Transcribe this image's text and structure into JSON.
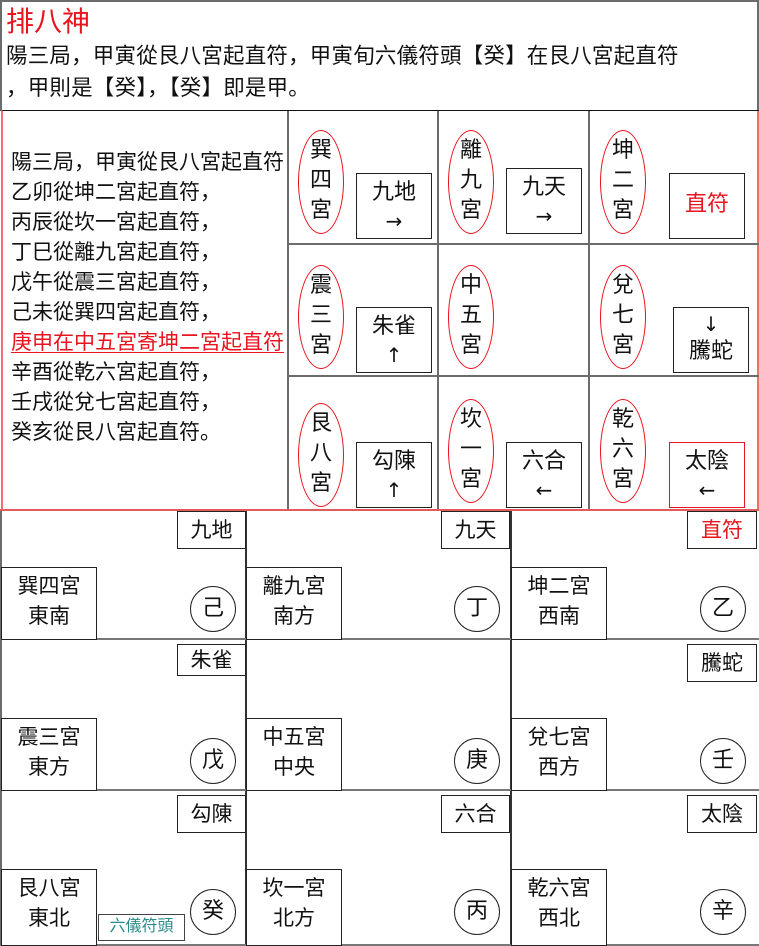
{
  "header": {
    "title": "排八神",
    "line1": "陽三局，甲寅從艮八宮起直符，甲寅旬六儀符頭【癸】在艮八宮起直符",
    "line2": "，甲則是【癸】，【癸】即是甲。"
  },
  "left_panel": {
    "lines": [
      {
        "text": "陽三局，甲寅從艮八宮起直符",
        "highlight": false
      },
      {
        "text": "乙卯從坤二宮起直符，",
        "highlight": false
      },
      {
        "text": "丙辰從坎一宮起直符，",
        "highlight": false
      },
      {
        "text": "丁巳從離九宮起直符，",
        "highlight": false
      },
      {
        "text": "戊午從震三宮起直符，",
        "highlight": false
      },
      {
        "text": "己未從巽四宮起直符，",
        "highlight": false
      },
      {
        "text": "庚申在中五宮寄坤二宮起直符",
        "highlight": true
      },
      {
        "text": "辛酉從乾六宮起直符，",
        "highlight": false
      },
      {
        "text": "壬戌從兌七宮起直符，",
        "highlight": false
      },
      {
        "text": "癸亥從艮八宮起直符。",
        "highlight": false
      }
    ]
  },
  "upper_grid": {
    "cells": [
      {
        "palace": [
          "巽",
          "四",
          "宮"
        ],
        "god": "九地",
        "arrow": "→",
        "arrow_pos": "below",
        "red": false
      },
      {
        "palace": [
          "離",
          "九",
          "宮"
        ],
        "god": "九天",
        "arrow": "→",
        "arrow_pos": "below",
        "red": false
      },
      {
        "palace": [
          "坤",
          "二",
          "宮"
        ],
        "god": "直符",
        "arrow": "",
        "arrow_pos": "none",
        "red": true
      },
      {
        "palace": [
          "震",
          "三",
          "宮"
        ],
        "god": "朱雀",
        "arrow": "↑",
        "arrow_pos": "below",
        "red": false
      },
      {
        "palace": [
          "中",
          "五",
          "宮"
        ],
        "god": "",
        "arrow": "",
        "arrow_pos": "none",
        "red": false
      },
      {
        "palace": [
          "兌",
          "七",
          "宮"
        ],
        "god": "騰蛇",
        "arrow": "↓",
        "arrow_pos": "above",
        "red": false
      },
      {
        "palace": [
          "艮",
          "八",
          "宮"
        ],
        "god": "勾陳",
        "arrow": "↑",
        "arrow_pos": "below",
        "red": false
      },
      {
        "palace": [
          "坎",
          "一",
          "宮"
        ],
        "god": "六合",
        "arrow": "←",
        "arrow_pos": "below",
        "red": false
      },
      {
        "palace": [
          "乾",
          "六",
          "宮"
        ],
        "god": "太陰",
        "arrow": "←",
        "arrow_pos": "below",
        "red": true
      }
    ]
  },
  "lower_grid": {
    "cells": [
      {
        "palace": "巽四宮",
        "direction": "東南",
        "god": "九地",
        "stem": "己",
        "god_red": false
      },
      {
        "palace": "離九宮",
        "direction": "南方",
        "god": "九天",
        "stem": "丁",
        "god_red": false
      },
      {
        "palace": "坤二宮",
        "direction": "西南",
        "god": "直符",
        "stem": "乙",
        "god_red": true
      },
      {
        "palace": "震三宮",
        "direction": "東方",
        "god": "朱雀",
        "stem": "戊",
        "god_red": false
      },
      {
        "palace": "中五宮",
        "direction": "中央",
        "god": "",
        "stem": "庚",
        "god_red": false
      },
      {
        "palace": "兌七宮",
        "direction": "西方",
        "god": "騰蛇",
        "stem": "壬",
        "god_red": false
      },
      {
        "palace": "艮八宮",
        "direction": "東北",
        "god": "勾陳",
        "stem": "癸",
        "god_red": false
      },
      {
        "palace": "坎一宮",
        "direction": "北方",
        "god": "六合",
        "stem": "丙",
        "god_red": false
      },
      {
        "palace": "乾六宮",
        "direction": "西北",
        "god": "太陰",
        "stem": "辛",
        "god_red": false
      }
    ],
    "tag": "六儀符頭"
  },
  "colors": {
    "accent_red": "#e8141e",
    "border_red": "#f07070",
    "tag_teal": "#2a8c8c",
    "border_gray": "#6b6b6b"
  }
}
